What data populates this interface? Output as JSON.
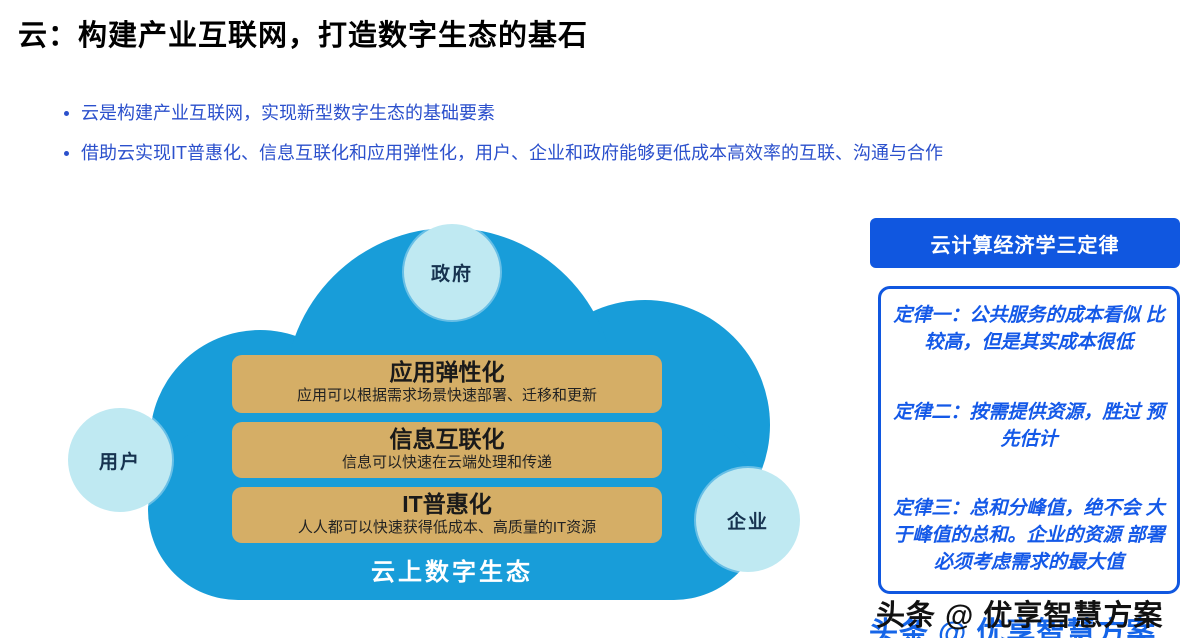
{
  "title": "云：构建产业互联网，打造数字生态的基石",
  "bullets": [
    "云是构建产业互联网，实现新型数字生态的基础要素",
    "借助云实现IT普惠化、信息互联化和应用弹性化，用户、企业和政府能够更低成本高效率的互联、沟通与合作"
  ],
  "diagram": {
    "cloud_label": "云上数字生态",
    "circles": [
      {
        "label": "政府"
      },
      {
        "label": "用户"
      },
      {
        "label": "企业"
      }
    ],
    "layers": [
      {
        "title": "应用弹性化",
        "desc": "应用可以根据需求场景快速部署、迁移和更新"
      },
      {
        "title": "信息互联化",
        "desc": "信息可以快速在云端处理和传递"
      },
      {
        "title": "IT普惠化",
        "desc": "人人都可以快速获得低成本、高质量的IT资源"
      }
    ]
  },
  "panel": {
    "header": "云计算经济学三定律",
    "laws": [
      "定律一：公共服务的成本看似 比较高，但是其实成本很低",
      "定律二：按需提供资源，胜过 预先估计",
      "定律三：总和分峰值，绝不会   大于峰值的总和。企业的资源   部署必须考虑需求的最大值"
    ]
  },
  "watermark": "头条 @ 优享智慧方案",
  "colors": {
    "cloud_blue": "#189dd9",
    "circle_cyan": "#bfe9f2",
    "layer_tan": "#d5ae66",
    "panel_blue": "#1057e0",
    "bullet_blue": "#2b50cc",
    "law_text_blue": "#1459e8"
  }
}
